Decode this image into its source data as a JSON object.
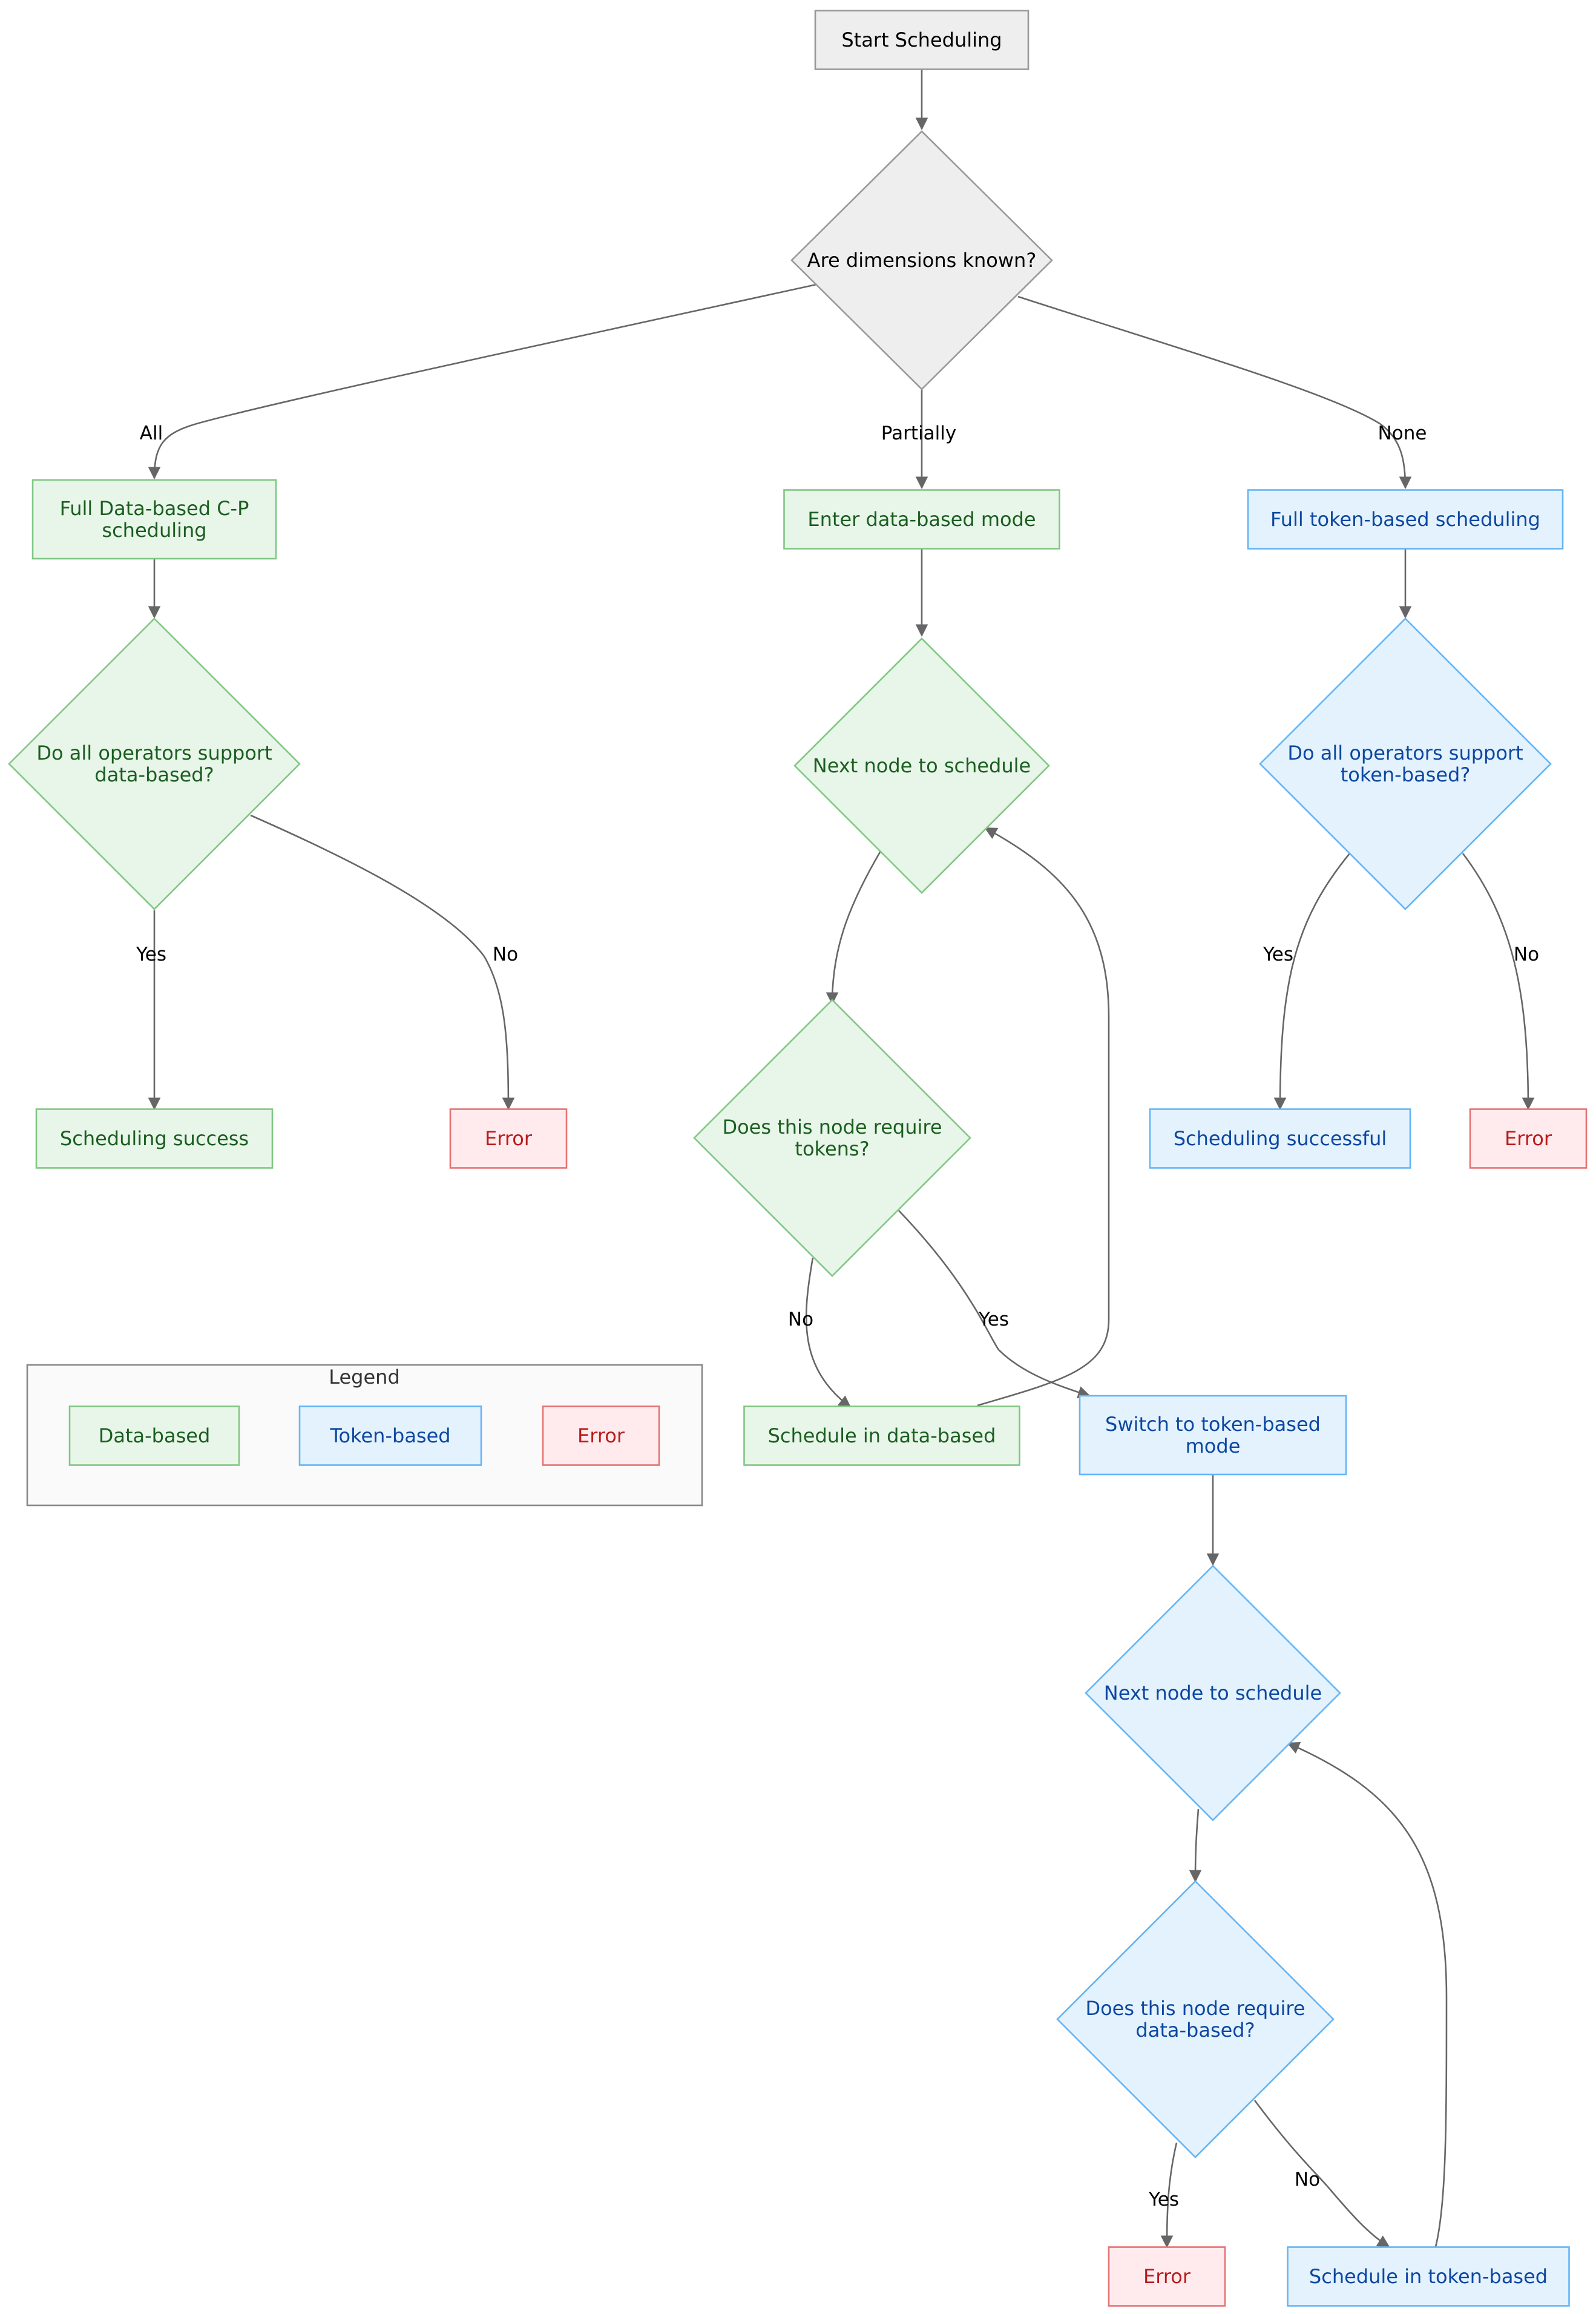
{
  "colors": {
    "neutral_fill": "#EEEEEE",
    "neutral_stroke": "#999999",
    "neutral_text": "#000000",
    "data_fill": "#E8F5E9",
    "data_stroke": "#81C784",
    "data_text": "#1B5E20",
    "token_fill": "#E3F2FD",
    "token_stroke": "#64B5F6",
    "token_text": "#0D47A1",
    "error_fill": "#FFEBEE",
    "error_stroke": "#E57373",
    "error_text": "#B71C1C",
    "edge": "#666666",
    "legend_fill": "#FAFAFA",
    "legend_stroke": "#888888"
  },
  "nodes": {
    "start": {
      "lines": [
        "Start Scheduling"
      ]
    },
    "dims_known": {
      "lines": [
        "Are dimensions known?"
      ]
    },
    "full_data": {
      "lines": [
        "Full Data-based C-P",
        "scheduling"
      ]
    },
    "enter_data_mode": {
      "lines": [
        "Enter data-based mode"
      ]
    },
    "full_token": {
      "lines": [
        "Full token-based scheduling"
      ]
    },
    "all_ops_data": {
      "lines": [
        "Do all operators support",
        "data-based?"
      ]
    },
    "next_node_data": {
      "lines": [
        "Next node to schedule"
      ]
    },
    "all_ops_token": {
      "lines": [
        "Do all operators support",
        "token-based?"
      ]
    },
    "sched_success": {
      "lines": [
        "Scheduling success"
      ]
    },
    "error_data": {
      "lines": [
        "Error"
      ]
    },
    "node_requires_tokens": {
      "lines": [
        "Does this node require",
        "tokens?"
      ]
    },
    "sched_successful": {
      "lines": [
        "Scheduling successful"
      ]
    },
    "error_token": {
      "lines": [
        "Error"
      ]
    },
    "schedule_in_data": {
      "lines": [
        "Schedule in data-based"
      ]
    },
    "switch_token_mode": {
      "lines": [
        "Switch to token-based",
        "mode"
      ]
    },
    "next_node_token": {
      "lines": [
        "Next node to schedule"
      ]
    },
    "node_requires_data": {
      "lines": [
        "Does this node require",
        "data-based?"
      ]
    },
    "error_mixed": {
      "lines": [
        "Error"
      ]
    },
    "schedule_in_token": {
      "lines": [
        "Schedule in token-based"
      ]
    }
  },
  "edge_labels": {
    "all": "All",
    "partially": "Partially",
    "none": "None",
    "data_yes": "Yes",
    "data_no": "No",
    "token_yes": "Yes",
    "token_no": "No",
    "tokens_no": "No",
    "tokens_yes": "Yes",
    "data_req_yes": "Yes",
    "data_req_no": "No"
  },
  "legend": {
    "title": "Legend",
    "items": [
      "Data-based",
      "Token-based",
      "Error"
    ]
  }
}
